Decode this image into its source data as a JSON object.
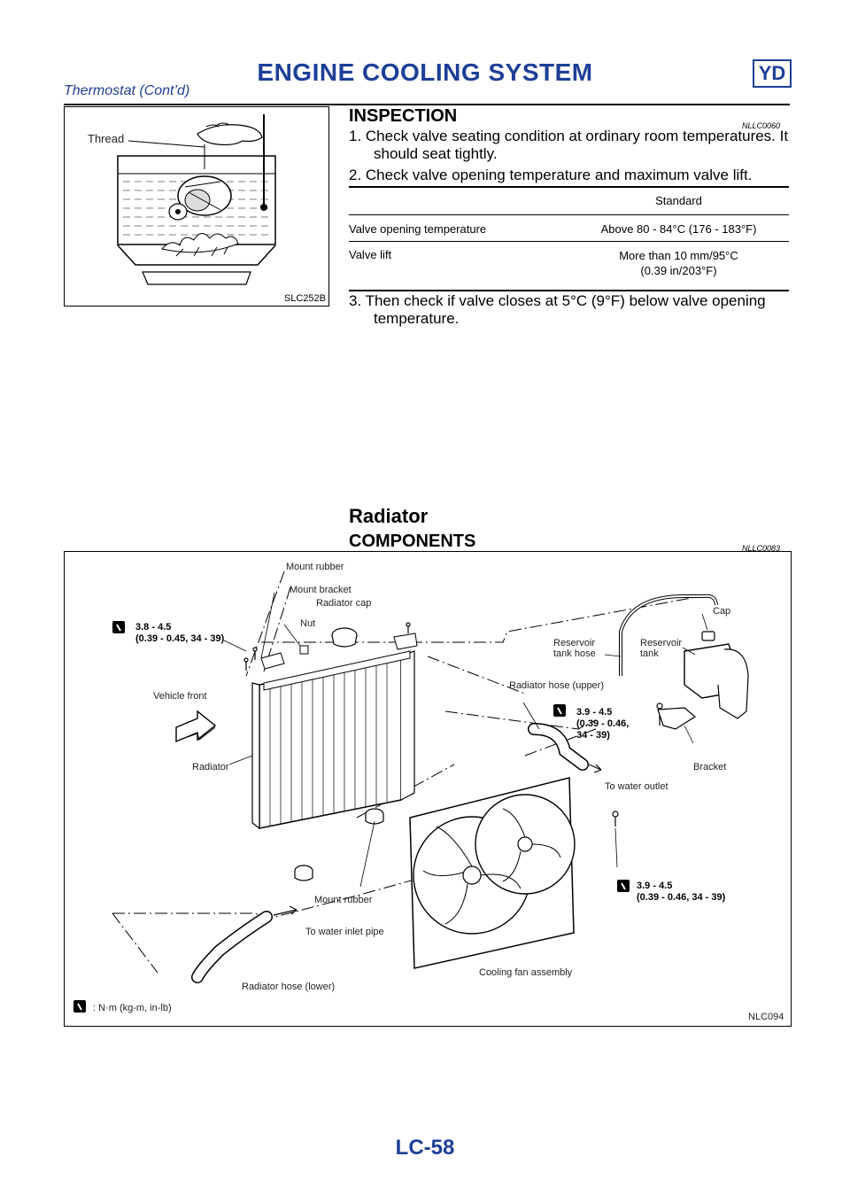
{
  "header": {
    "title": "ENGINE COOLING SYSTEM",
    "badge": "YD",
    "subtitle": "Thermostat (Cont’d)"
  },
  "inspection": {
    "figure_label": "Thread",
    "figure_code": "SLC252B",
    "title": "INSPECTION",
    "code": "NLLC0060",
    "step1": "1.  Check valve seating condition at ordinary room temperatures. It should seat tightly.",
    "step2": "2.  Check valve opening temperature and maximum valve lift.",
    "table": {
      "header": "Standard",
      "row1_label": "Valve opening temperature",
      "row1_value": "Above 80 - 84°C (176 - 183°F)",
      "row2_label": "Valve lift",
      "row2_value_1": "More than 10 mm/95°C",
      "row2_value_2": "(0.39 in/203°F)"
    },
    "step3": "3.  Then check if valve closes at 5°C (9°F) below valve opening temperature."
  },
  "radiator": {
    "title": "Radiator",
    "components_title": "COMPONENTS",
    "components_code": "NLLC0083",
    "figure_code": "NLC094",
    "labels": {
      "mount_rubber_top": "Mount rubber",
      "mount_bracket": "Mount bracket",
      "radiator_cap": "Radiator cap",
      "nut": "Nut",
      "torque1_a": "3.8 - 4.5",
      "torque1_b": "(0.39 - 0.45, 34 - 39)",
      "cap": "Cap",
      "reservoir_tank_hose_1": "Reservoir",
      "reservoir_tank_hose_2": "tank hose",
      "reservoir_tank_1": "Reservoir",
      "reservoir_tank_2": "tank",
      "vehicle_front": "Vehicle front",
      "radiator_hose_upper": "Radiator hose (upper)",
      "torque2_a": "3.9 - 4.5",
      "torque2_b": "(0.39 - 0.46,",
      "torque2_c": "34 - 39)",
      "radiator": "Radiator",
      "bracket": "Bracket",
      "to_water_outlet": "To water outlet",
      "torque3_a": "3.9 - 4.5",
      "torque3_b": "(0.39 - 0.46, 34 - 39)",
      "mount_rubber_bottom": "Mount rubber",
      "to_water_inlet_pipe": "To water inlet pipe",
      "cooling_fan_assembly": "Cooling fan assembly",
      "radiator_hose_lower": "Radiator hose (lower)",
      "legend": ": N·m (kg-m, in-lb)"
    }
  },
  "page_number": "LC-58",
  "colors": {
    "accent": "#1e3f97"
  }
}
